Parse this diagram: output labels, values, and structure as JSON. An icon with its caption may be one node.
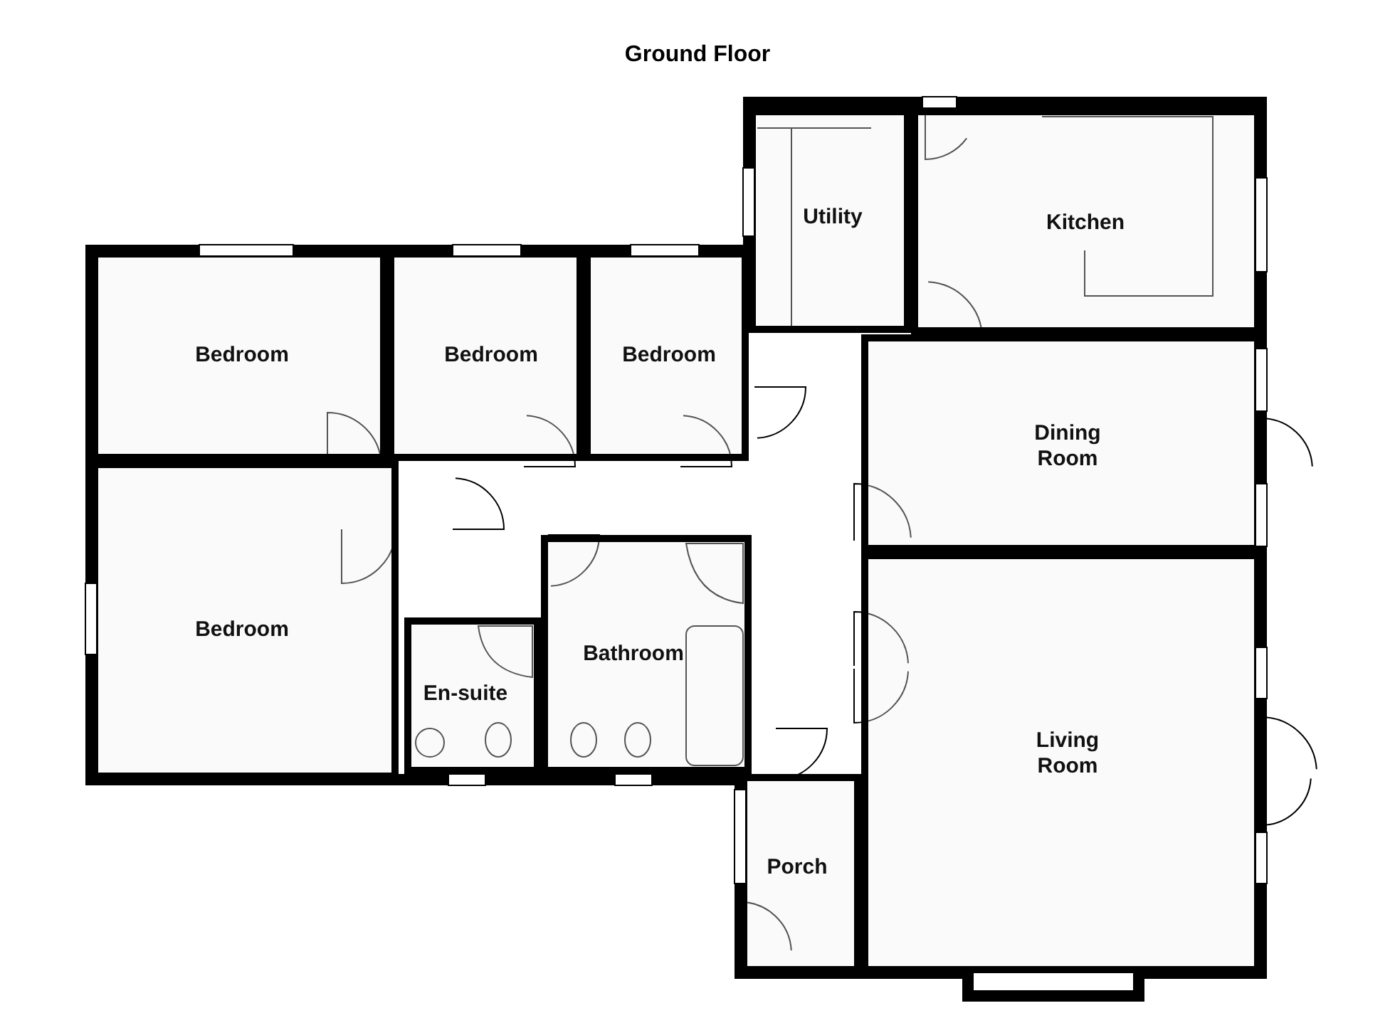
{
  "diagram": {
    "title": "Ground Floor",
    "nodes": [
      {
        "text": [
          "Utility"
        ]
      },
      {
        "text": [
          "Kitchen"
        ]
      },
      {
        "text": [
          "Bedroom"
        ]
      },
      {
        "text": [
          "Bedroom"
        ]
      },
      {
        "text": [
          "Bedroom"
        ]
      },
      {
        "text": [
          "Dining Room"
        ]
      },
      {
        "text": [
          "Bedroom"
        ]
      },
      {
        "text": [
          "Bathroom"
        ]
      },
      {
        "text": [
          "En-suite"
        ]
      },
      {
        "text": [
          "Living Room"
        ]
      },
      {
        "text": [
          "Porch"
        ]
      }
    ]
  }
}
